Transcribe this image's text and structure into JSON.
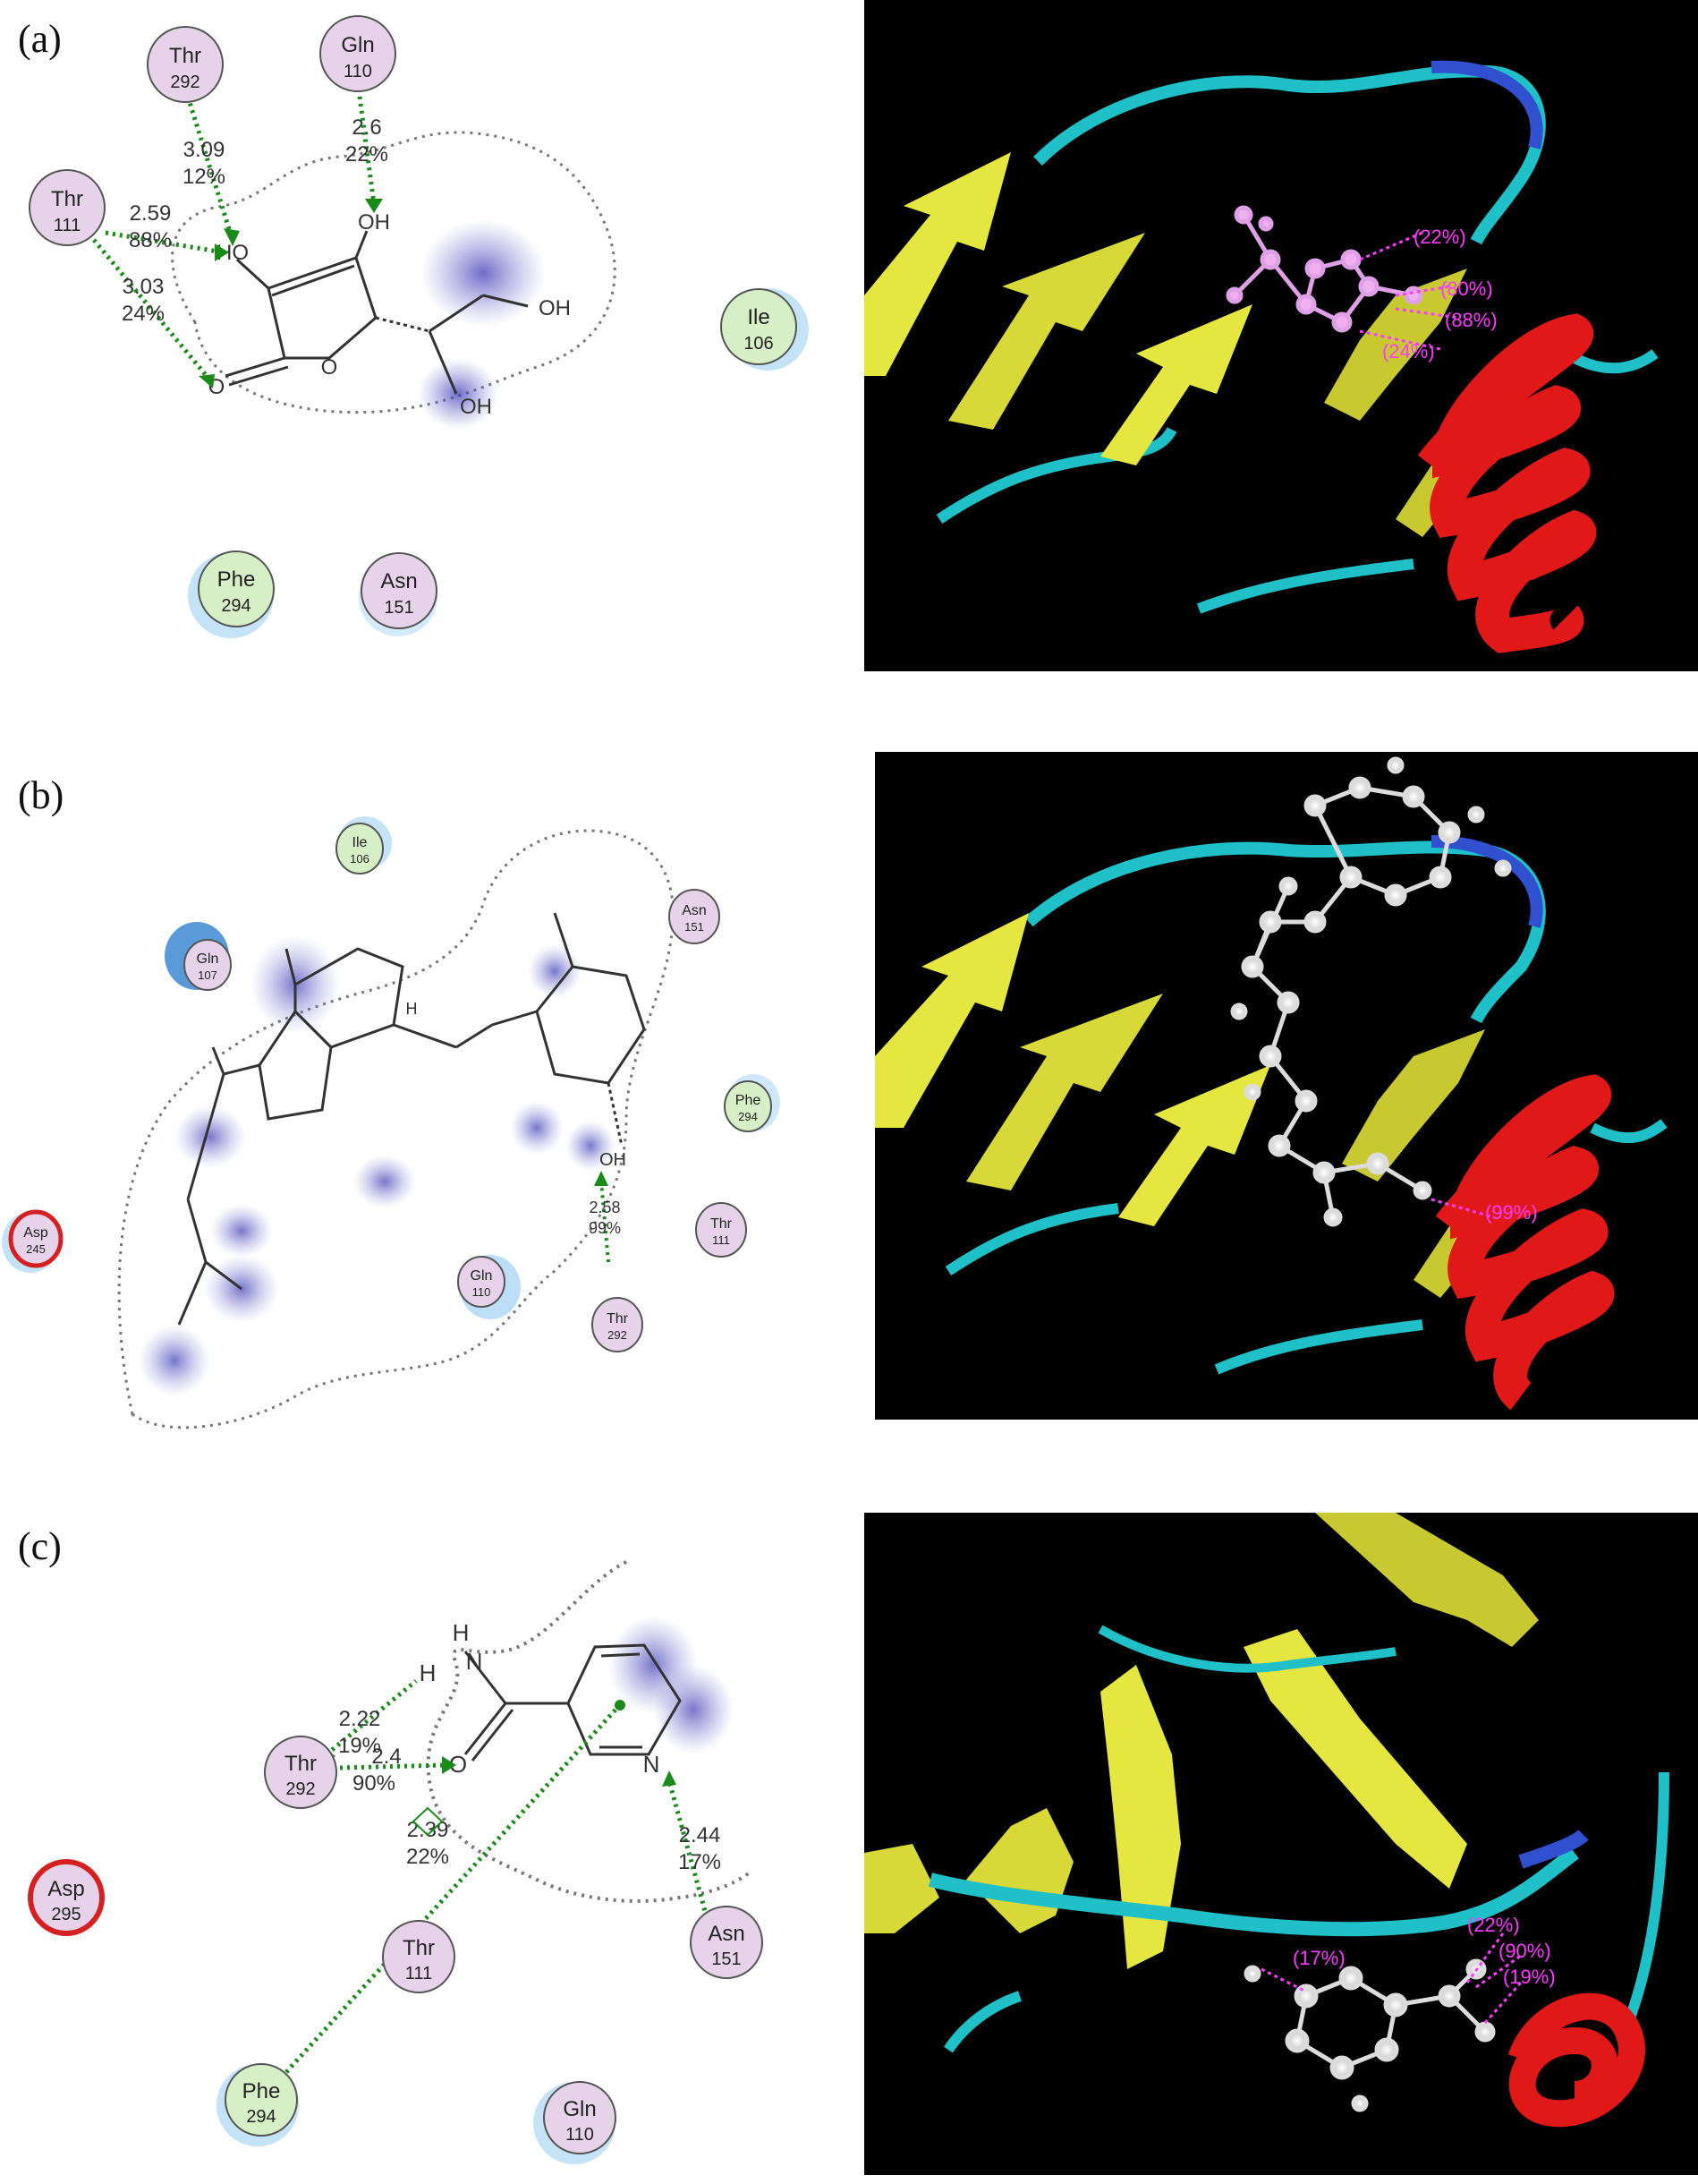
{
  "panels": [
    {
      "label": "(a)",
      "residues": [
        {
          "name": "Thr",
          "num": "292"
        },
        {
          "name": "Gln",
          "num": "110"
        },
        {
          "name": "Thr",
          "num": "111"
        },
        {
          "name": "Ile",
          "num": "106"
        },
        {
          "name": "Phe",
          "num": "294"
        },
        {
          "name": "Asn",
          "num": "151"
        }
      ],
      "atoms": [
        "HO",
        "OH",
        "OH",
        "OH",
        "O",
        "O"
      ],
      "hbonds": [
        {
          "dist": "3.09",
          "pct": "12%"
        },
        {
          "dist": "2.6",
          "pct": "22%"
        },
        {
          "dist": "2.59",
          "pct": "88%"
        },
        {
          "dist": "3.03",
          "pct": "24%"
        }
      ],
      "model_labels": [
        "(22%)",
        "(80%)",
        "(88%)",
        "(24%)"
      ]
    },
    {
      "label": "(b)",
      "residues": [
        {
          "name": "Ile",
          "num": "106"
        },
        {
          "name": "Asn",
          "num": "151"
        },
        {
          "name": "Gln",
          "num": "107"
        },
        {
          "name": "Phe",
          "num": "294"
        },
        {
          "name": "Asp",
          "num": "245"
        },
        {
          "name": "Gln",
          "num": "110"
        },
        {
          "name": "Thr",
          "num": "111"
        },
        {
          "name": "Thr",
          "num": "292"
        }
      ],
      "atoms": [
        "H",
        "OH"
      ],
      "hbonds": [
        {
          "dist": "2.58",
          "pct": "99%"
        }
      ],
      "model_labels": [
        "(99%)"
      ]
    },
    {
      "label": "(c)",
      "residues": [
        {
          "name": "Thr",
          "num": "292"
        },
        {
          "name": "Asp",
          "num": "295"
        },
        {
          "name": "Thr",
          "num": "111"
        },
        {
          "name": "Asn",
          "num": "151"
        },
        {
          "name": "Phe",
          "num": "294"
        },
        {
          "name": "Gln",
          "num": "110"
        }
      ],
      "atoms": [
        "H",
        "N",
        "H",
        "O",
        "N"
      ],
      "hbonds": [
        {
          "dist": "2.22",
          "pct": "19%"
        },
        {
          "dist": "2.4",
          "pct": "90%"
        },
        {
          "dist": "2.39",
          "pct": "22%"
        },
        {
          "dist": "2.44",
          "pct": "17%"
        }
      ],
      "model_labels": [
        "(17%)",
        "(22%)",
        "(90%)",
        "(19%)"
      ]
    }
  ],
  "colors": {
    "polar_residue": "#e6d3ea",
    "hydrophobic_residue": "#d6efc6",
    "acidic_ring": "#d42020",
    "exposure_halo": "#9fd0f2",
    "hbond_green": "#1a8a1a",
    "ligand_shade": "#5050c0",
    "viewer_bg": "#000000",
    "sheet_yellow": "#e6e640",
    "helix_red": "#e01818",
    "coil_cyan": "#20c0c8",
    "turn_blue": "#3050d0",
    "hbond_magenta": "#ff3cff"
  }
}
